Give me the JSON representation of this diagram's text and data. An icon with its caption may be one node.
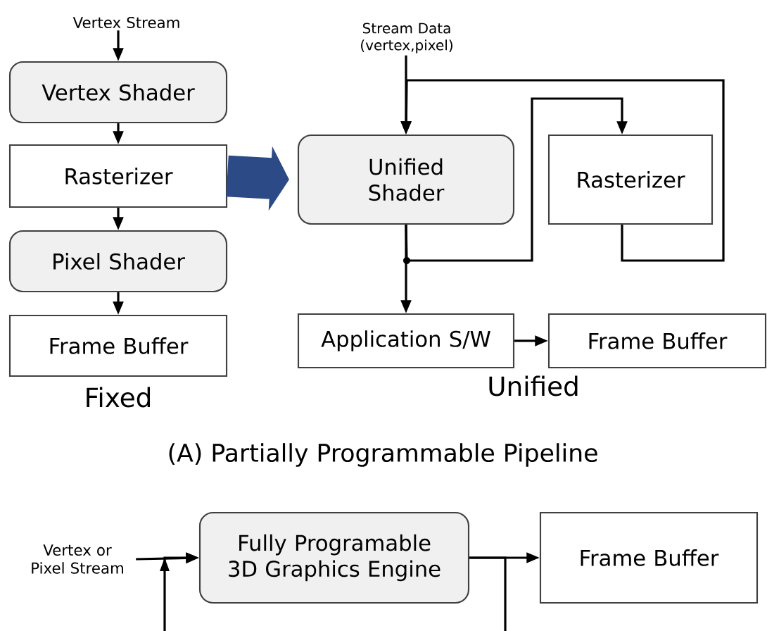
{
  "diagram": {
    "title": "(A) Partially Programmable Pipeline",
    "nodes": [
      {
        "text": [
          "Vertex Stream"
        ]
      },
      {
        "text": [
          "Vertex Shader"
        ]
      },
      {
        "text": [
          "Rasterizer"
        ]
      },
      {
        "text": [
          "Pixel Shader"
        ]
      },
      {
        "text": [
          "Frame Buffer"
        ]
      },
      {
        "text": [
          "Stream Data (vertex,pixel)"
        ]
      },
      {
        "text": [
          "Unified Shader"
        ]
      },
      {
        "text": [
          "Rasterizer"
        ]
      },
      {
        "text": [
          "Application S/W"
        ]
      },
      {
        "text": [
          "Frame Buffer"
        ]
      },
      {
        "text": [
          "Vertex or Pixel Stream"
        ]
      },
      {
        "text": [
          "Fully Programable 3D Graphics Engine"
        ]
      },
      {
        "text": [
          "Frame Buffer"
        ]
      }
    ],
    "edges": [
      {
        "from": 0,
        "to": 1,
        "arrow": "to"
      },
      {
        "from": 1,
        "to": 2,
        "arrow": "to"
      },
      {
        "from": 2,
        "to": 3,
        "arrow": "to"
      },
      {
        "from": 3,
        "to": 4,
        "arrow": "to"
      },
      {
        "from": 2,
        "to": 6,
        "arrow": "to",
        "style": "thick",
        "color": "#2c4a86"
      },
      {
        "from": 5,
        "to": 6,
        "arrow": "to"
      },
      {
        "from": 6,
        "to": 8,
        "arrow": "to"
      },
      {
        "from": 6,
        "to": 7,
        "arrow": "to"
      },
      {
        "from": 7,
        "to": 6,
        "arrow": "to"
      },
      {
        "from": 8,
        "to": 9,
        "arrow": "to"
      },
      {
        "from": 10,
        "to": 11,
        "arrow": "to"
      },
      {
        "from": 11,
        "to": 12,
        "arrow": "to"
      },
      {
        "from": 11,
        "to": 11,
        "arrow": "to"
      }
    ],
    "labels": [
      "Fixed",
      "Unified"
    ]
  }
}
